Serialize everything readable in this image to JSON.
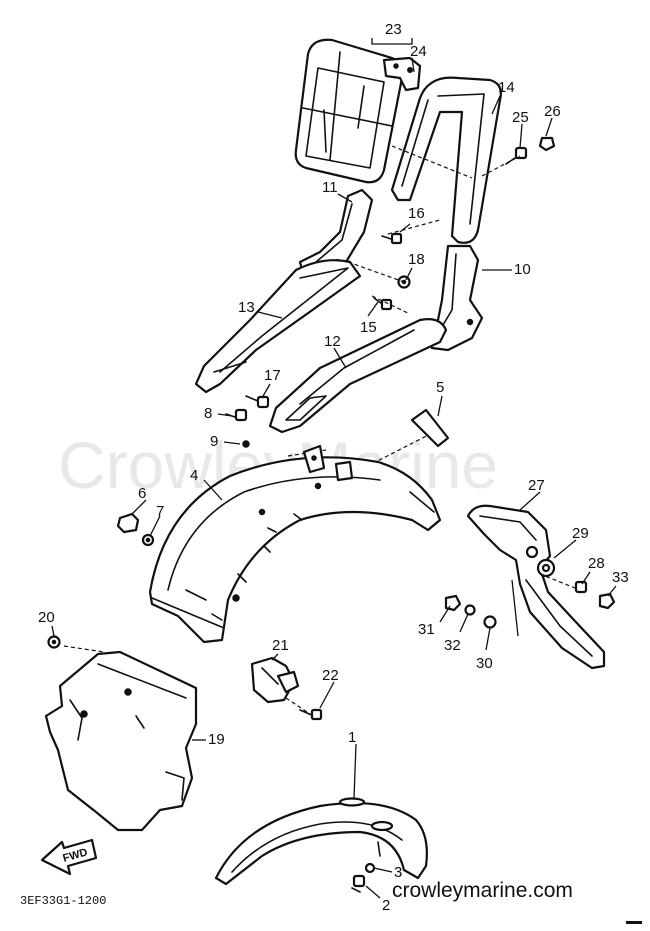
{
  "watermark": "CrowleyMarine",
  "website": "crowleymarine.com",
  "diagram_code": "3EF33G1-1200",
  "fwd_label": "FWD",
  "callouts": [
    "1",
    "2",
    "3",
    "4",
    "5",
    "6",
    "7",
    "8",
    "9",
    "10",
    "11",
    "12",
    "13",
    "14",
    "15",
    "16",
    "17",
    "18",
    "19",
    "20",
    "21",
    "22",
    "23",
    "24",
    "25",
    "26",
    "27",
    "28",
    "29",
    "30",
    "31",
    "32",
    "33"
  ]
}
